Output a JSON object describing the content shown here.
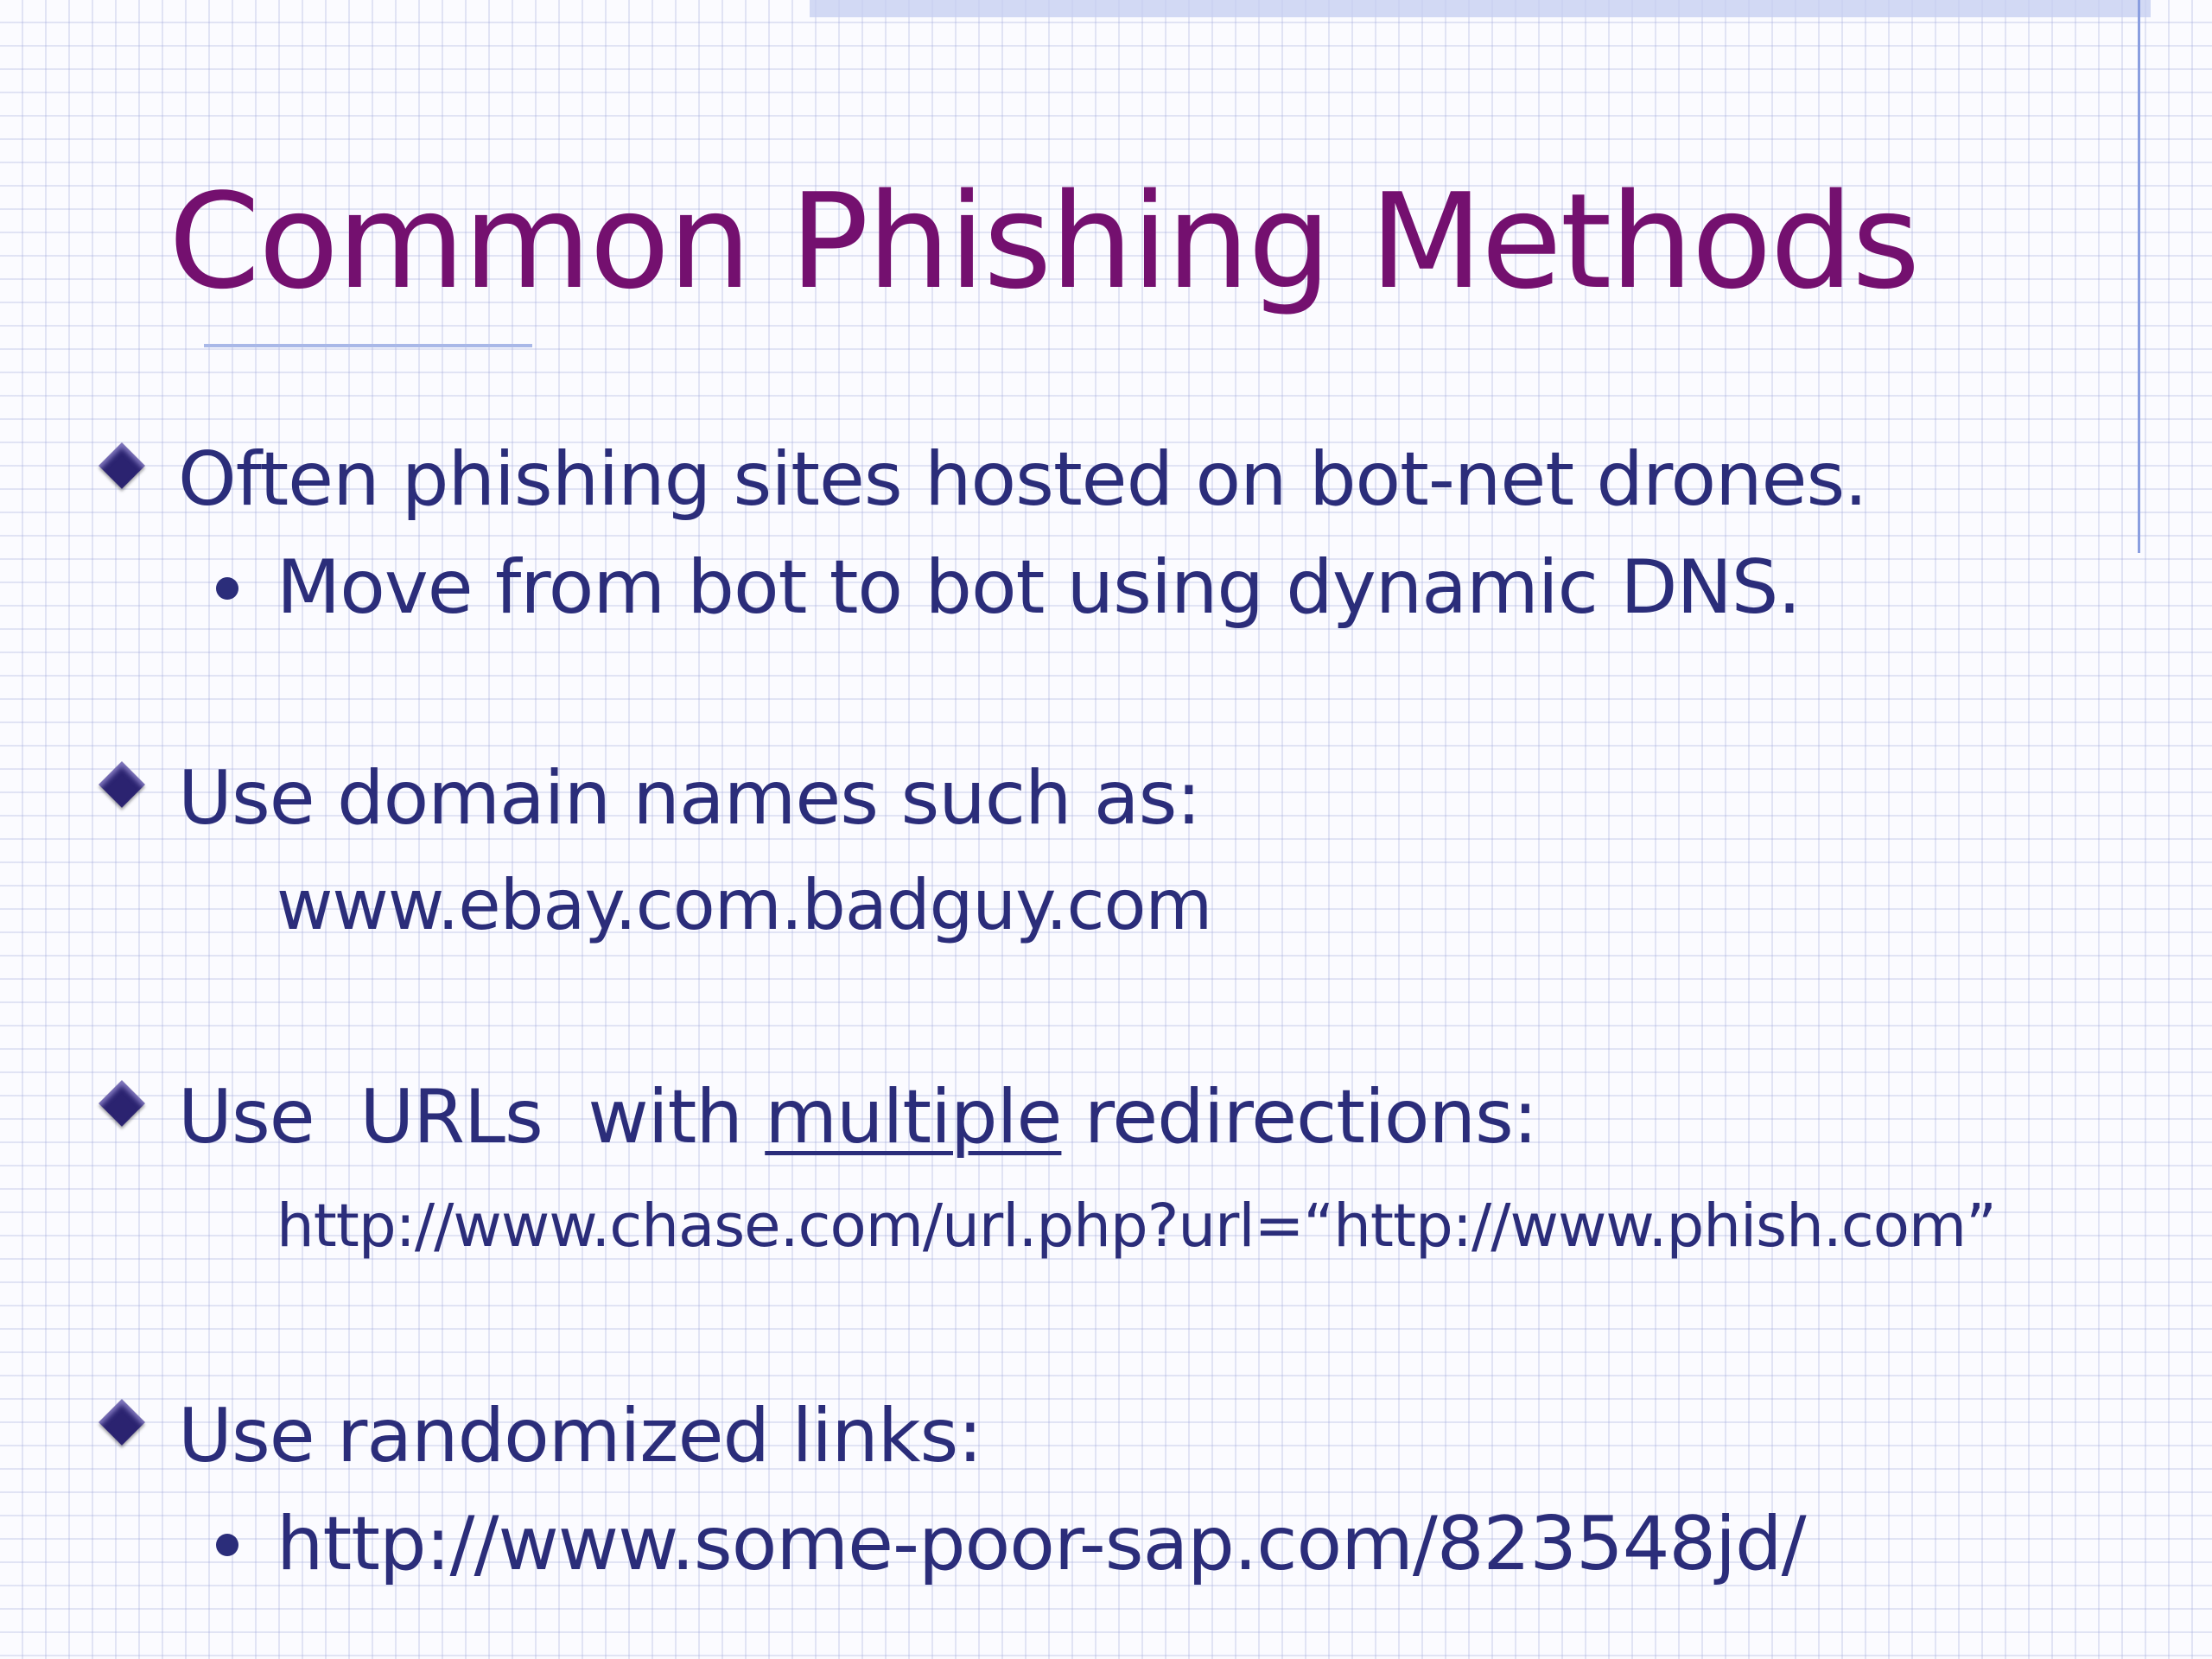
{
  "slide": {
    "title": "Common Phishing Methods",
    "bullets": [
      {
        "text": "Often phishing sites hosted on bot-net drones.",
        "sub_bullet": "Move from bot to bot using dynamic DNS."
      },
      {
        "text": "Use domain names such as:",
        "example": "www.ebay.com.badguy.com"
      },
      {
        "text_parts": [
          "Use  URLs  with ",
          "multiple",
          " redirections:"
        ],
        "example": "http://www.chase.com/url.php?url=“http://www.phish.com”"
      },
      {
        "text": "Use randomized links:",
        "sub_bullet": "http://www.some-poor-sap.com/823548jd/"
      }
    ]
  },
  "colors": {
    "title": "#74106f",
    "body_text": "#2b2d7a",
    "bullet_diamond": "#2b2370",
    "grid": "#c8cdf0",
    "accent_rule": "#8a9ee0"
  },
  "icons": {
    "primary_bullet": "diamond-bullet-icon",
    "secondary_bullet": "round-dot-bullet-icon"
  }
}
